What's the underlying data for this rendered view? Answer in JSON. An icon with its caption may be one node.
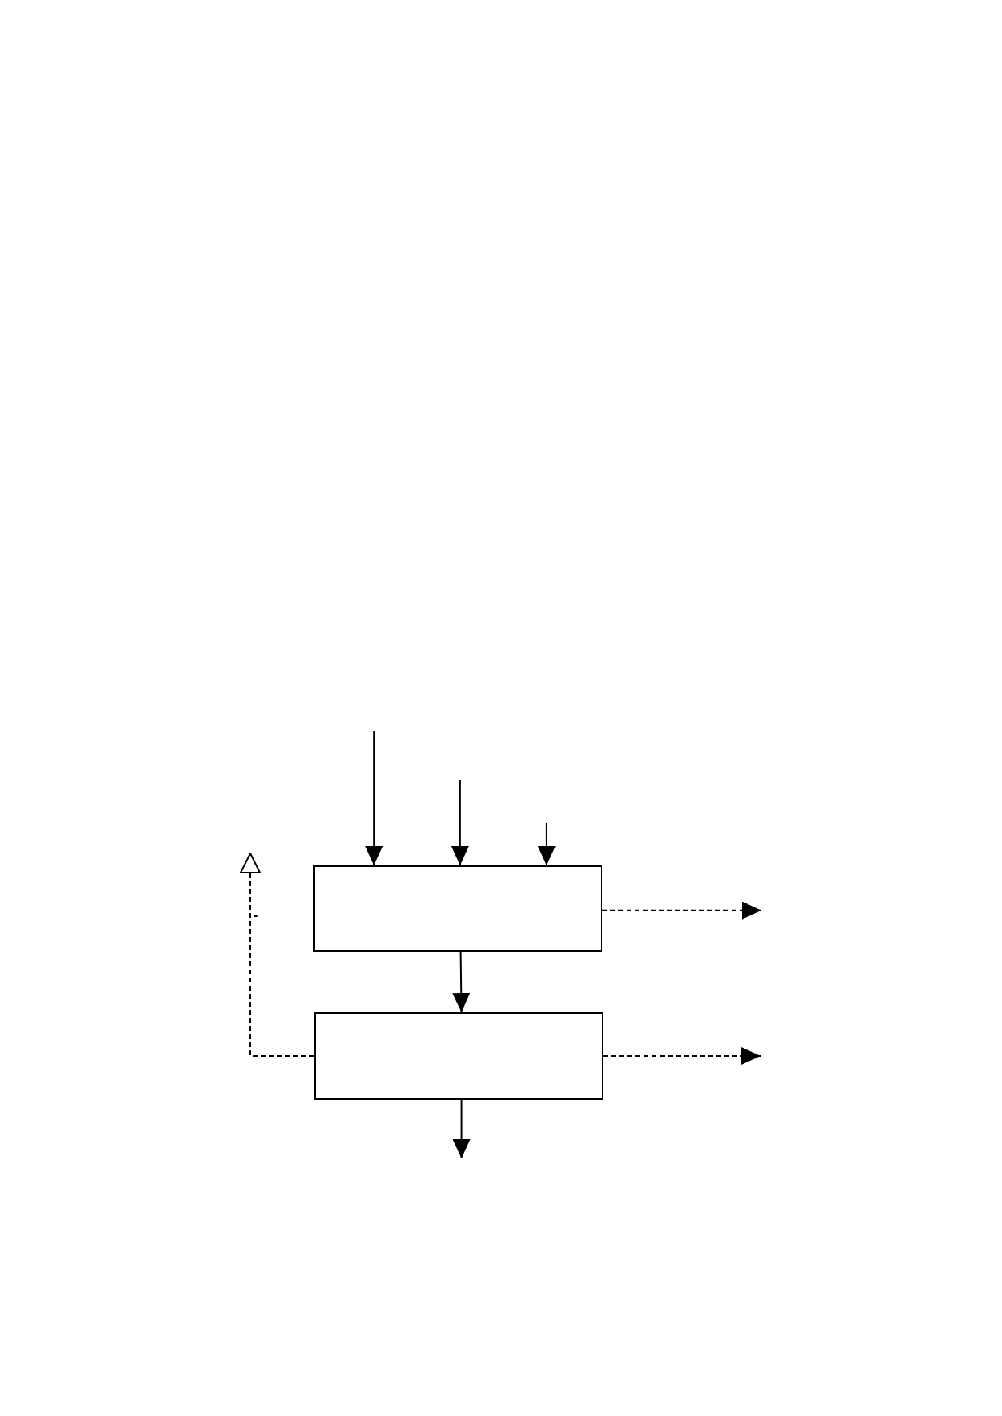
{
  "diagram": {
    "nodes": [
      {
        "text": [],
        "shape": "box"
      },
      {
        "text": [],
        "shape": "box"
      }
    ],
    "edges": [
      {
        "from": null,
        "to": 0,
        "arrow": "to"
      },
      {
        "from": null,
        "to": 0,
        "arrow": "to"
      },
      {
        "from": null,
        "to": 0,
        "arrow": "to"
      },
      {
        "from": 0,
        "to": 1,
        "arrow": "to"
      },
      {
        "from": 0,
        "to": null,
        "arrow": "to",
        "style": "dashed"
      },
      {
        "from": 1,
        "to": null,
        "arrow": "to",
        "style": "dashed"
      },
      {
        "from": 1,
        "to": null,
        "arrow": "to"
      },
      {
        "from": 1,
        "to": null,
        "arrow": "to",
        "style": "dashed",
        "label": "-"
      }
    ]
  }
}
